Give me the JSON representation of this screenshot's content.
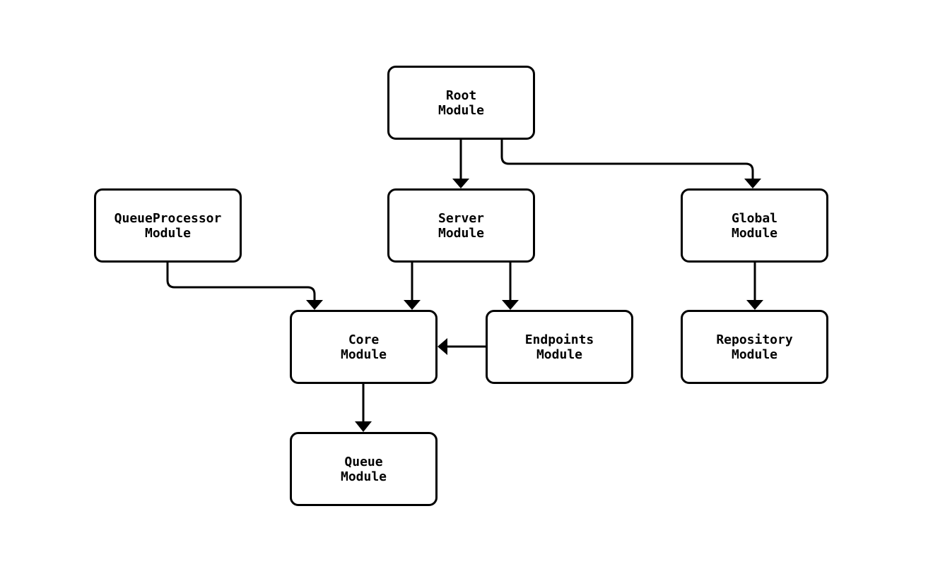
{
  "diagram": {
    "title": "module-dependency-diagram",
    "type": "flowchart",
    "background_color": "#ffffff",
    "node_fill_color": "#ffffff",
    "node_border_color": "#000000",
    "edge_color": "#000000",
    "text_color": "#000000"
  },
  "nodes": {
    "root": {
      "label": "Root\nModule"
    },
    "queueprocessor": {
      "label": "QueueProcessor\nModule"
    },
    "server": {
      "label": "Server\nModule"
    },
    "global": {
      "label": "Global\nModule"
    },
    "core": {
      "label": "Core\nModule"
    },
    "endpoints": {
      "label": "Endpoints\nModule"
    },
    "repository": {
      "label": "Repository\nModule"
    },
    "queue": {
      "label": "Queue\nModule"
    }
  },
  "edges": [
    {
      "from": "Root Module",
      "to": "Server Module"
    },
    {
      "from": "Root Module",
      "to": "Global Module"
    },
    {
      "from": "QueueProcessor Module",
      "to": "Core Module"
    },
    {
      "from": "Server Module",
      "to": "Core Module"
    },
    {
      "from": "Server Module",
      "to": "Endpoints Module"
    },
    {
      "from": "Endpoints Module",
      "to": "Core Module"
    },
    {
      "from": "Global Module",
      "to": "Repository Module"
    },
    {
      "from": "Core Module",
      "to": "Queue Module"
    }
  ]
}
